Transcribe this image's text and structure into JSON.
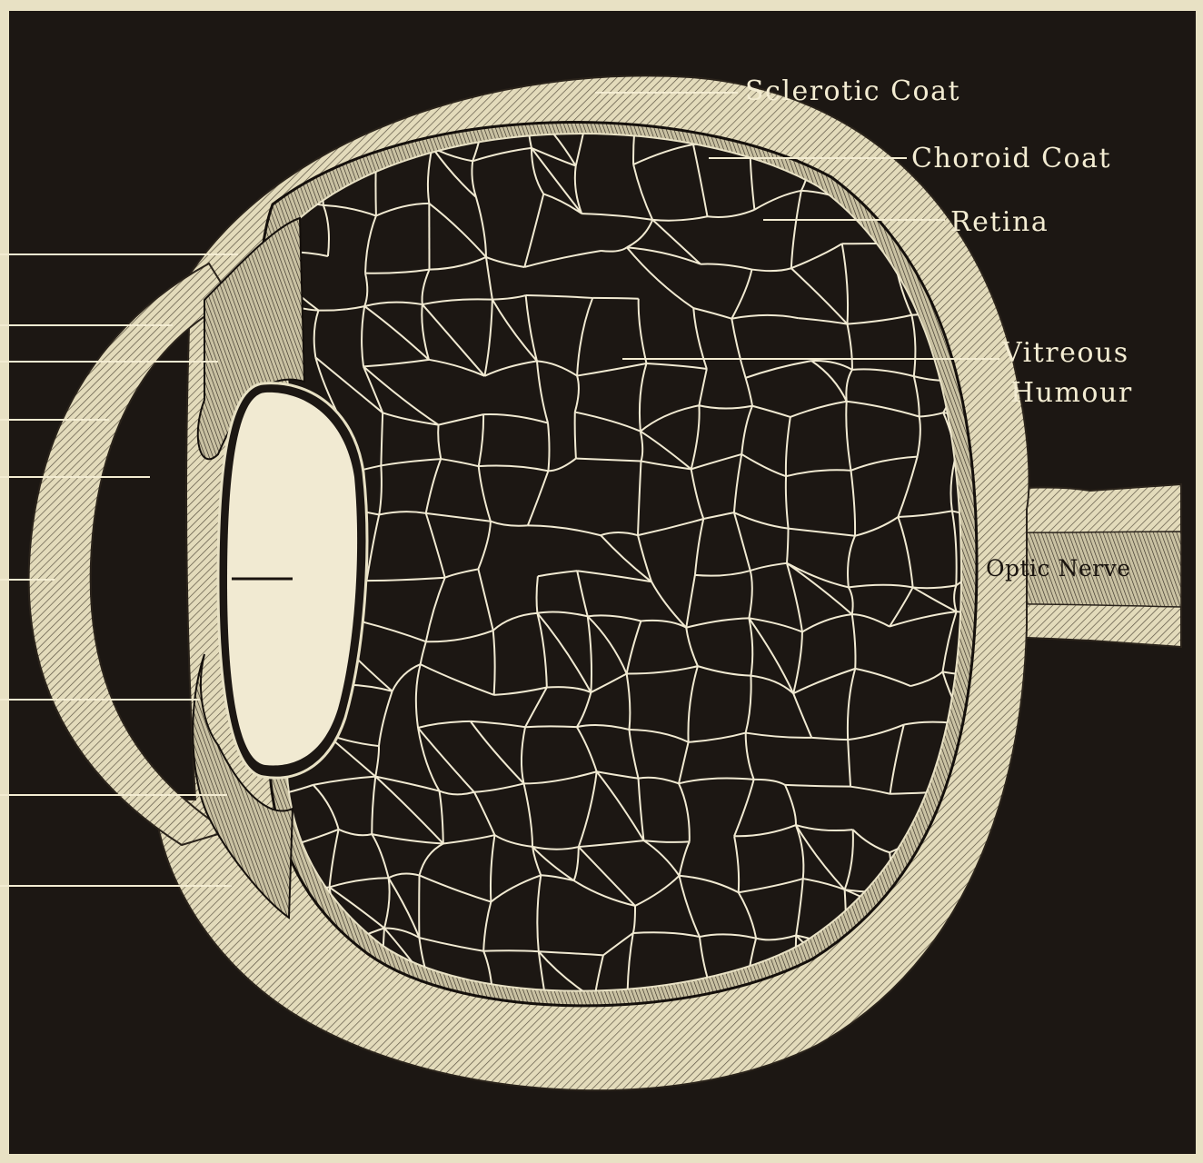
{
  "labels": {
    "sclerotic": "Sclerotic Coat",
    "choroid": "Choroid Coat",
    "retina": "Retina",
    "vitreous_1": "Vitreous",
    "vitreous_2": "Humour",
    "optic": "Optic Nerve"
  },
  "colors": {
    "background": "#1c1713",
    "paper": "#e8e1c4",
    "ink": "#1a140f"
  }
}
